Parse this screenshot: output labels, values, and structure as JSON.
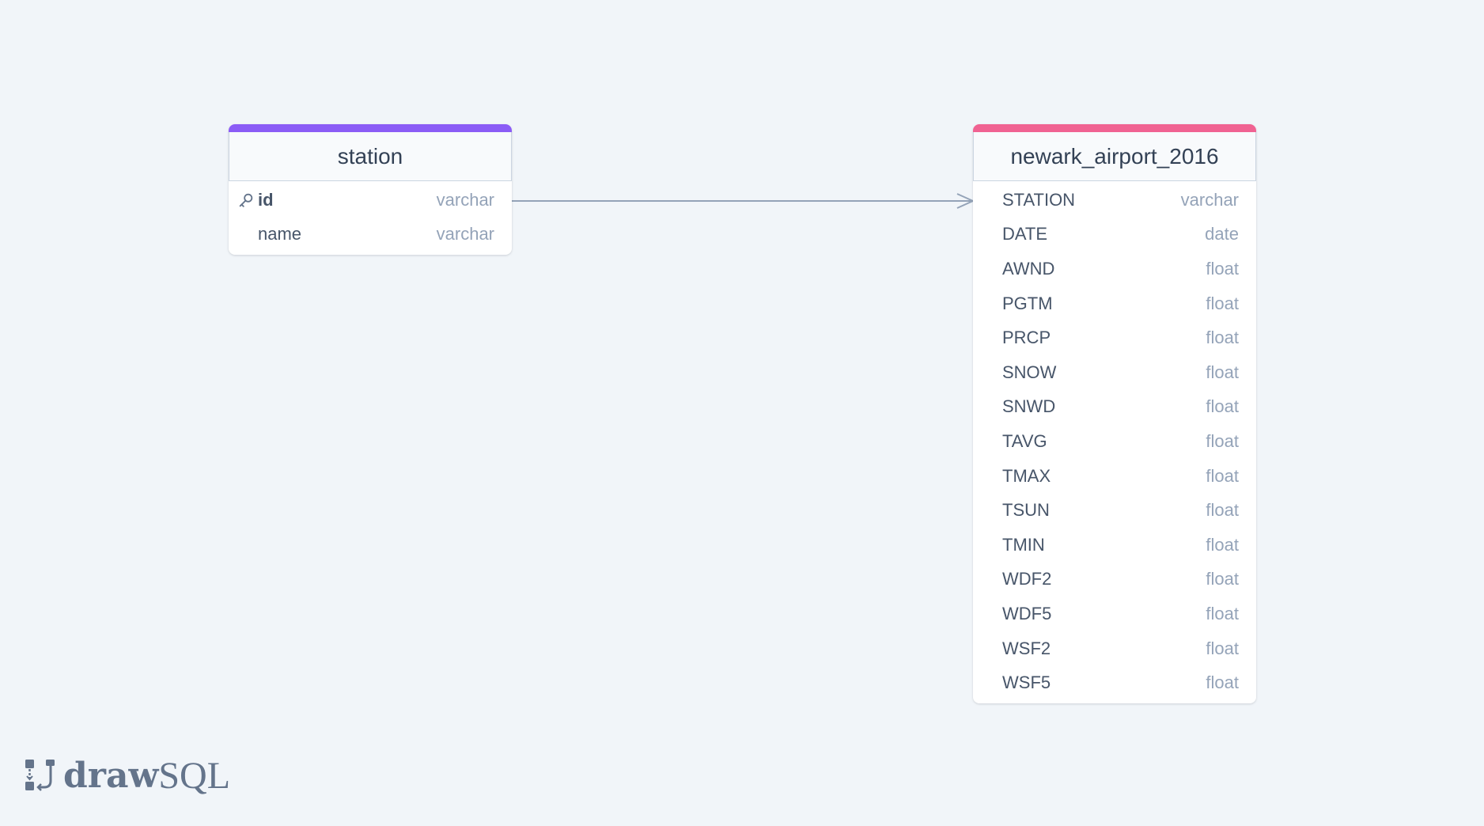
{
  "tables": [
    {
      "name": "station",
      "accent": "#8b5cf6",
      "fields": [
        {
          "name": "id",
          "type": "varchar",
          "primary_key": true
        },
        {
          "name": "name",
          "type": "varchar",
          "primary_key": false
        }
      ]
    },
    {
      "name": "newark_airport_2016",
      "accent": "#f06292",
      "fields": [
        {
          "name": "STATION",
          "type": "varchar"
        },
        {
          "name": "DATE",
          "type": "date"
        },
        {
          "name": "AWND",
          "type": "float"
        },
        {
          "name": "PGTM",
          "type": "float"
        },
        {
          "name": "PRCP",
          "type": "float"
        },
        {
          "name": "SNOW",
          "type": "float"
        },
        {
          "name": "SNWD",
          "type": "float"
        },
        {
          "name": "TAVG",
          "type": "float"
        },
        {
          "name": "TMAX",
          "type": "float"
        },
        {
          "name": "TSUN",
          "type": "float"
        },
        {
          "name": "TMIN",
          "type": "float"
        },
        {
          "name": "WDF2",
          "type": "float"
        },
        {
          "name": "WDF5",
          "type": "float"
        },
        {
          "name": "WSF2",
          "type": "float"
        },
        {
          "name": "WSF5",
          "type": "float"
        }
      ]
    }
  ],
  "relationship": {
    "from": "station.id",
    "to": "newark_airport_2016.STATION",
    "cardinality": "one-to-many"
  },
  "logo": {
    "draw": "draw",
    "sql": "SQL"
  },
  "icons": {
    "primary_key": "key-icon",
    "logo": "drawsql-logo-icon"
  }
}
